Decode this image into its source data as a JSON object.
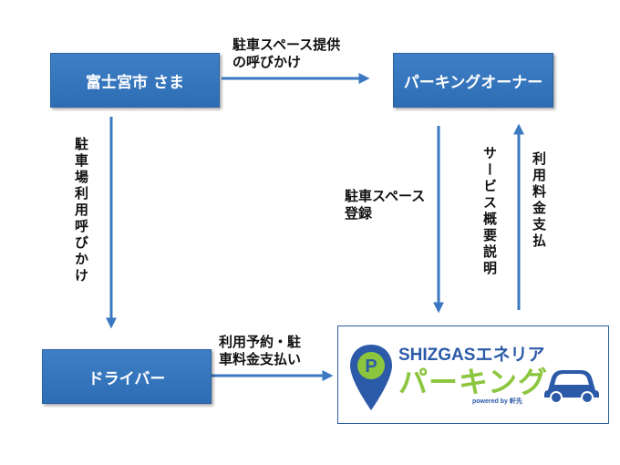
{
  "nodes": {
    "city": "富士宮市 さま",
    "owner": "パーキングオーナー",
    "driver": "ドライバー"
  },
  "edges": {
    "city_to_owner": "駐車スペース提供\nの呼びかけ",
    "city_to_driver": "駐車場利用呼びかけ",
    "owner_to_service": "駐車スペース\n登録",
    "service_to_owner_explain": "サービス概要説明",
    "service_to_owner_pay": "利用料金支払",
    "driver_to_service": "利用予約・駐\n車料金支払い"
  },
  "logo": {
    "brand": "SHIZGASエネリア",
    "product": "パーキング",
    "powered": "powered by 軒先",
    "icon": "parking-pin-icon",
    "car_icon": "car-icon"
  },
  "colors": {
    "node_blue": "#2d6db4",
    "arrow_blue": "#3a78c2",
    "logo_green": "#8cc63f",
    "logo_blue": "#2b5aa8"
  }
}
